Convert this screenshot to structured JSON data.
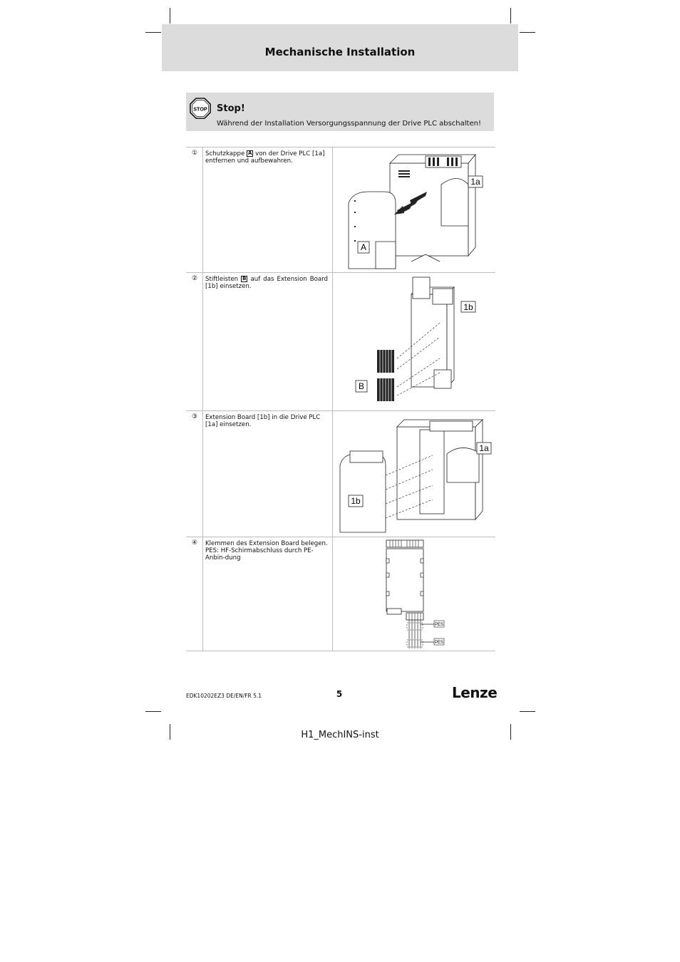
{
  "header": {
    "title": "Mechanische Installation"
  },
  "notice": {
    "icon": "stop-sign-icon",
    "icon_text": "STOP",
    "title": "Stop!",
    "text": "Während der Installation Versorgungsspannung der Drive PLC abschalten!"
  },
  "steps": [
    {
      "number": "①",
      "text_before": "Schutzkappe ",
      "marker": "A",
      "text_after": " von der Drive PLC [1a] entfernen und aufbewahren.",
      "figure_labels": [
        "1a",
        "A"
      ]
    },
    {
      "number": "②",
      "text_before": "Stiftleisten ",
      "marker": "B",
      "text_after": " auf das Extension Board [1b] einsetzen.",
      "figure_labels": [
        "1b",
        "B"
      ]
    },
    {
      "number": "③",
      "text": "Extension Board [1b] in die Drive PLC [1a] einsetzen.",
      "figure_labels": [
        "1a",
        "1b"
      ]
    },
    {
      "number": "④",
      "line1": "Klemmen des Extension Board belegen.",
      "line2": "PES: HF-Schirmabschluss durch PE-Anbin-dung",
      "figure_labels": [
        "PES",
        "PES"
      ]
    }
  ],
  "footer": {
    "doc_code": "EDK10202EZ3  DE/EN/FR  5.1",
    "page_number": "5",
    "brand": "Lenze"
  },
  "file_label": "H1_MechINS-inst"
}
